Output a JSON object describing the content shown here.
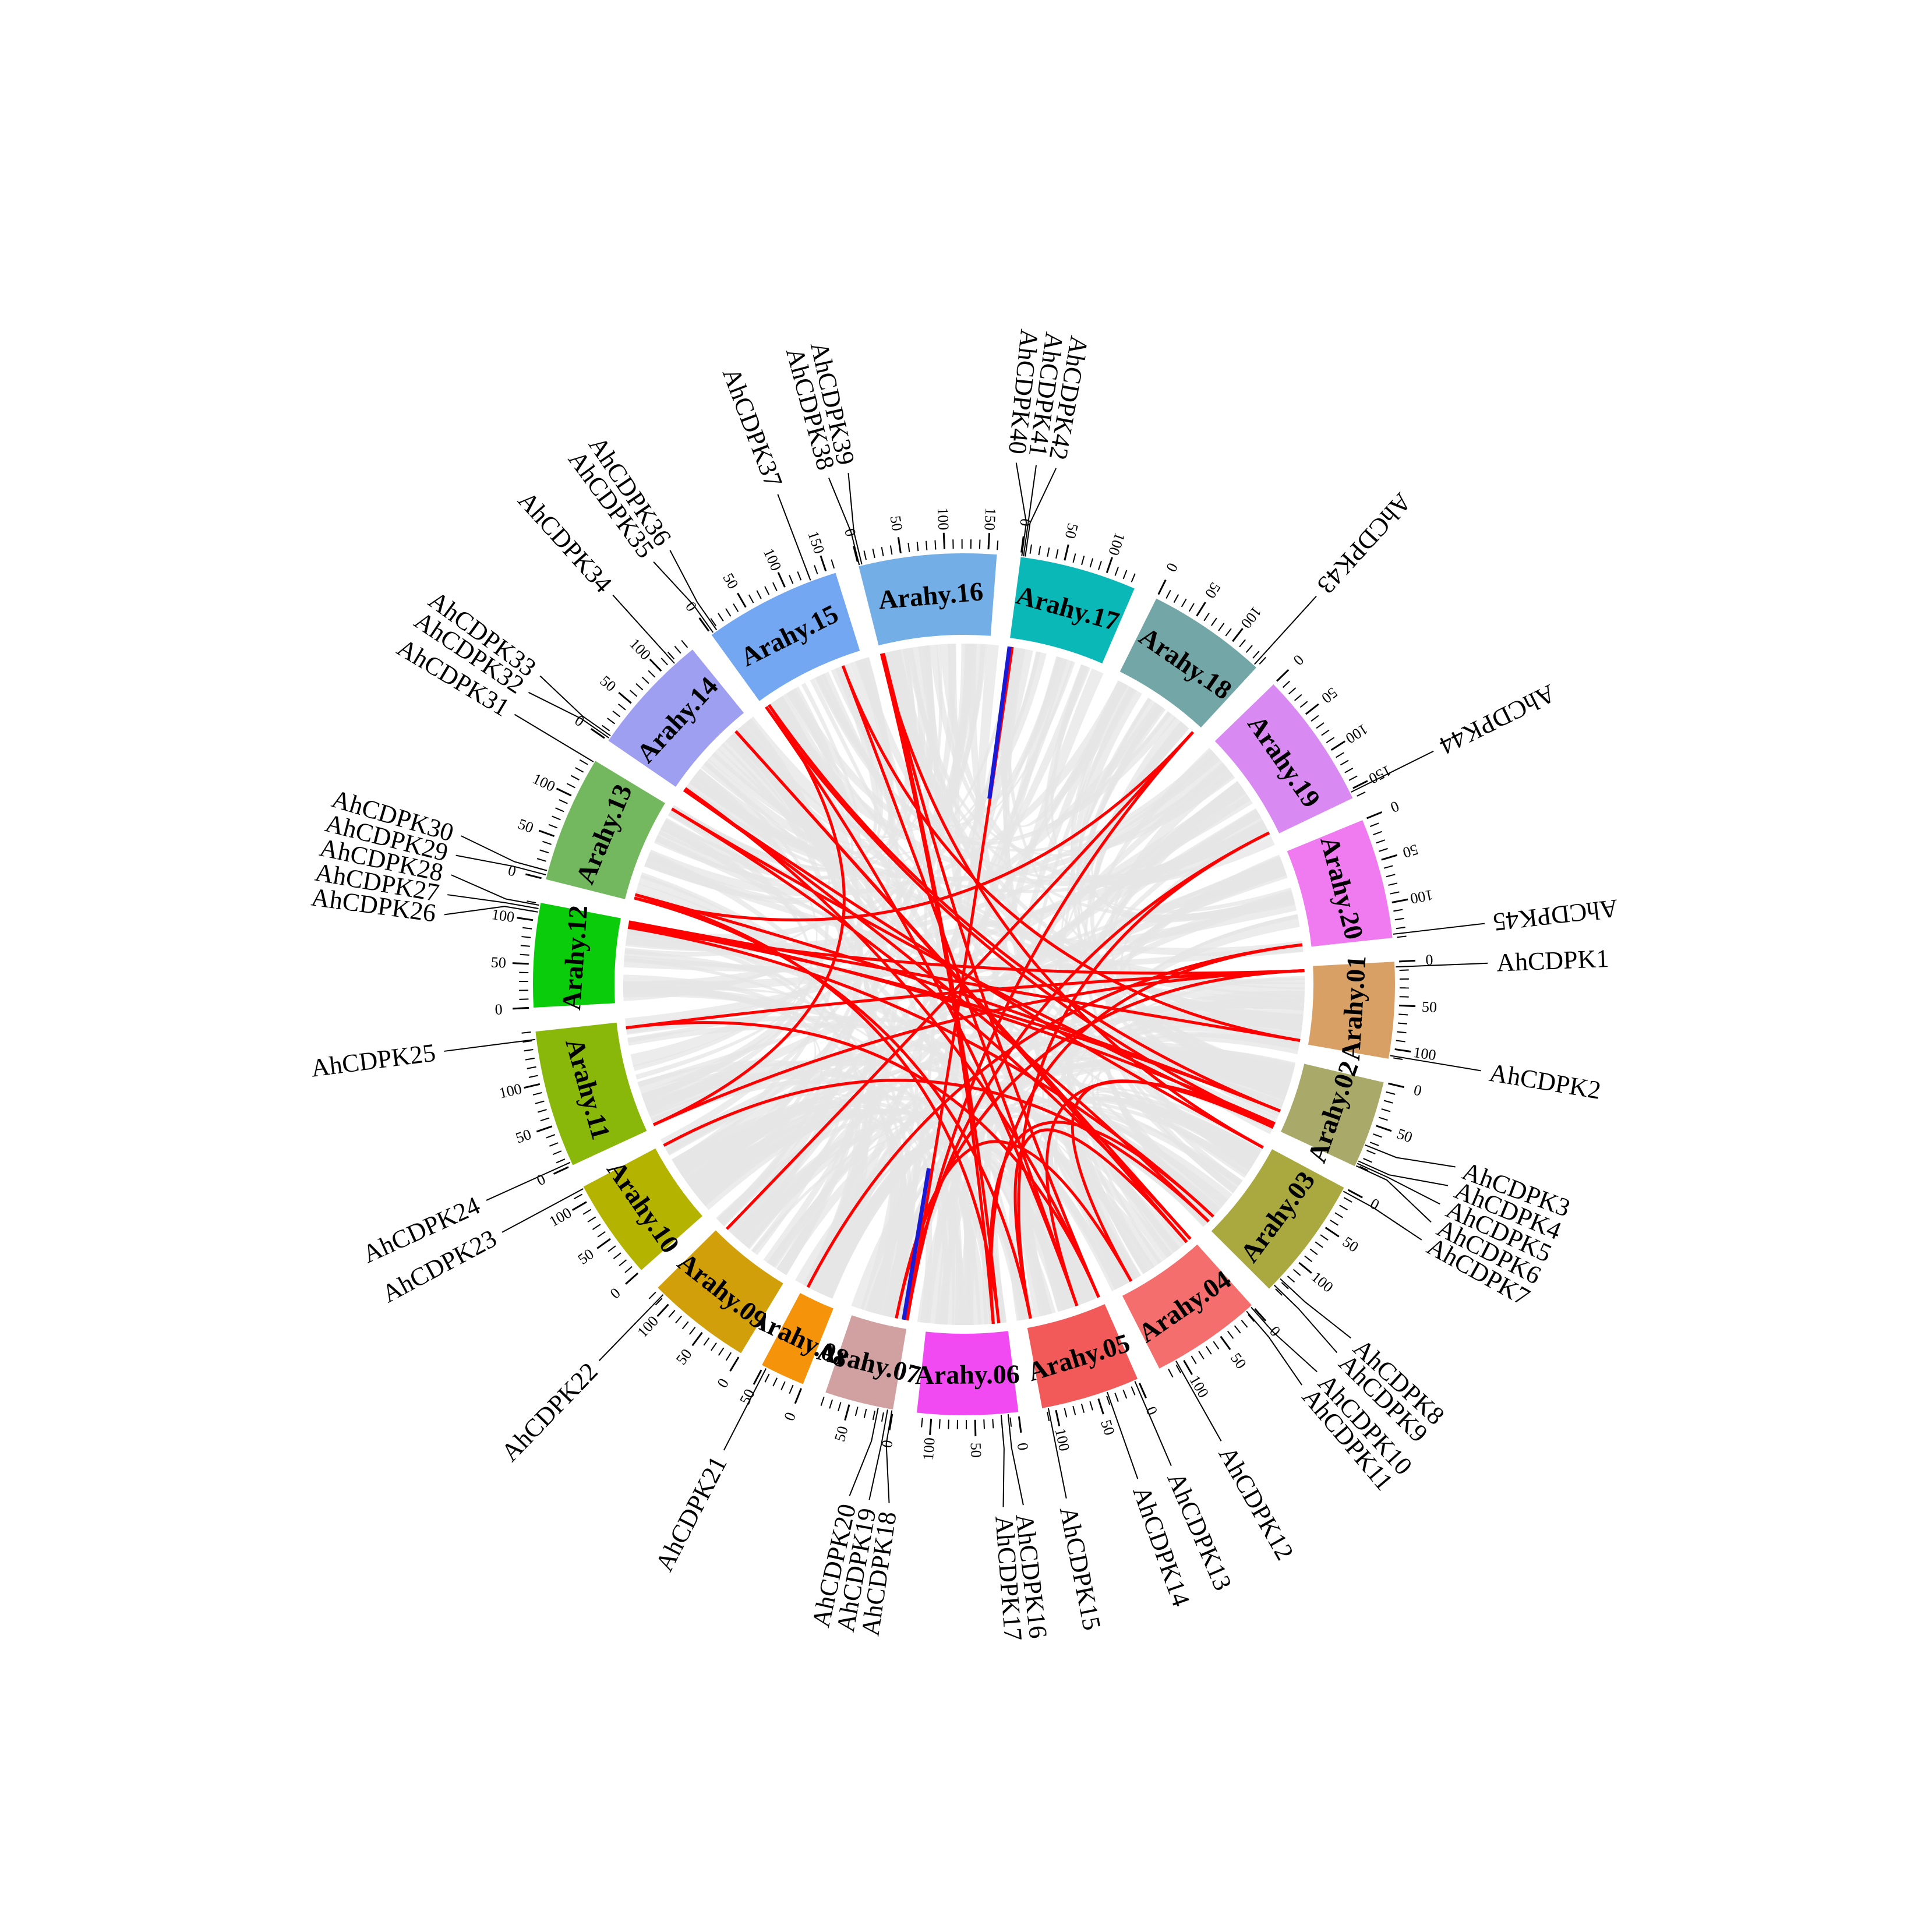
{
  "colors": {
    "background_link": "#e6e6e6",
    "segmental_link": "#ff0000",
    "tandem_link": "#1a1ad6",
    "tick": "#000000"
  },
  "chromosomes": [
    {
      "name": "Arahy.01",
      "length": 112,
      "color": "#d9a066",
      "ticks": [
        0,
        50,
        100
      ]
    },
    {
      "name": "Arahy.02",
      "length": 102,
      "color": "#a9a96a",
      "ticks": [
        0,
        50
      ]
    },
    {
      "name": "Arahy.03",
      "length": 145,
      "color": "#a9a940",
      "ticks": [
        0,
        50,
        100
      ]
    },
    {
      "name": "Arahy.04",
      "length": 129,
      "color": "#f56e6e",
      "ticks": [
        0,
        50,
        100
      ]
    },
    {
      "name": "Arahy.05",
      "length": 115,
      "color": "#f25a5a",
      "ticks": [
        0,
        50,
        100
      ]
    },
    {
      "name": "Arahy.06",
      "length": 117,
      "color": "#f24af2",
      "ticks": [
        0,
        50,
        100
      ]
    },
    {
      "name": "Arahy.07",
      "length": 80,
      "color": "#d1a1a1",
      "ticks": [
        0,
        50
      ]
    },
    {
      "name": "Arahy.08",
      "length": 52,
      "color": "#f5940a",
      "ticks": [
        0,
        50
      ]
    },
    {
      "name": "Arahy.09",
      "length": 122,
      "color": "#d19f0a",
      "ticks": [
        0,
        50,
        100
      ]
    },
    {
      "name": "Arahy.10",
      "length": 117,
      "color": "#b3b300",
      "ticks": [
        0,
        50,
        100
      ]
    },
    {
      "name": "Arahy.11",
      "length": 160,
      "color": "#8ab80a",
      "ticks": [
        0,
        50,
        100
      ]
    },
    {
      "name": "Arahy.12",
      "length": 121,
      "color": "#0acc0a",
      "ticks": [
        0,
        50,
        100
      ]
    },
    {
      "name": "Arahy.13",
      "length": 148,
      "color": "#73b85e",
      "ticks": [
        0,
        50,
        100
      ]
    },
    {
      "name": "Arahy.14",
      "length": 143,
      "color": "#9f9ff2",
      "ticks": [
        0,
        50,
        100
      ]
    },
    {
      "name": "Arahy.15",
      "length": 160,
      "color": "#73a7f2",
      "ticks": [
        0,
        50,
        100,
        150
      ]
    },
    {
      "name": "Arahy.16",
      "length": 160,
      "color": "#73aee6",
      "ticks": [
        0,
        50,
        100,
        150
      ]
    },
    {
      "name": "Arahy.17",
      "length": 136,
      "color": "#0ab8b8",
      "ticks": [
        0,
        50,
        100
      ]
    },
    {
      "name": "Arahy.18",
      "length": 140,
      "color": "#73a6a6",
      "ticks": [
        0,
        50,
        100
      ]
    },
    {
      "name": "Arahy.19",
      "length": 160,
      "color": "#d98af2",
      "ticks": [
        0,
        50,
        100,
        150
      ]
    },
    {
      "name": "Arahy.20",
      "length": 140,
      "color": "#f07af0",
      "ticks": [
        0,
        50,
        100
      ]
    }
  ],
  "genes": [
    {
      "name": "AhCDPK1",
      "chr": "Arahy.01",
      "pos": 6
    },
    {
      "name": "AhCDPK2",
      "chr": "Arahy.01",
      "pos": 108
    },
    {
      "name": "AhCDPK3",
      "chr": "Arahy.02",
      "pos": 75
    },
    {
      "name": "AhCDPK4",
      "chr": "Arahy.02",
      "pos": 95
    },
    {
      "name": "AhCDPK5",
      "chr": "Arahy.02",
      "pos": 98
    },
    {
      "name": "AhCDPK6",
      "chr": "Arahy.02",
      "pos": 101
    },
    {
      "name": "AhCDPK7",
      "chr": "Arahy.03",
      "pos": 4
    },
    {
      "name": "AhCDPK8",
      "chr": "Arahy.03",
      "pos": 128
    },
    {
      "name": "AhCDPK9",
      "chr": "Arahy.03",
      "pos": 138
    },
    {
      "name": "AhCDPK10",
      "chr": "Arahy.04",
      "pos": 2
    },
    {
      "name": "AhCDPK11",
      "chr": "Arahy.04",
      "pos": 9
    },
    {
      "name": "AhCDPK12",
      "chr": "Arahy.04",
      "pos": 108
    },
    {
      "name": "AhCDPK13",
      "chr": "Arahy.05",
      "pos": 4
    },
    {
      "name": "AhCDPK14",
      "chr": "Arahy.05",
      "pos": 38
    },
    {
      "name": "AhCDPK15",
      "chr": "Arahy.05",
      "pos": 108
    },
    {
      "name": "AhCDPK16",
      "chr": "Arahy.06",
      "pos": 12
    },
    {
      "name": "AhCDPK17",
      "chr": "Arahy.06",
      "pos": 20
    },
    {
      "name": "AhCDPK18",
      "chr": "Arahy.07",
      "pos": 1
    },
    {
      "name": "AhCDPK19",
      "chr": "Arahy.07",
      "pos": 6
    },
    {
      "name": "AhCDPK20",
      "chr": "Arahy.07",
      "pos": 17
    },
    {
      "name": "AhCDPK21",
      "chr": "Arahy.08",
      "pos": 46
    },
    {
      "name": "AhCDPK22",
      "chr": "Arahy.09",
      "pos": 112
    },
    {
      "name": "AhCDPK23",
      "chr": "Arahy.10",
      "pos": 115
    },
    {
      "name": "AhCDPK24",
      "chr": "Arahy.11",
      "pos": 4
    },
    {
      "name": "AhCDPK25",
      "chr": "Arahy.11",
      "pos": 151
    },
    {
      "name": "AhCDPK26",
      "chr": "Arahy.12",
      "pos": 110
    },
    {
      "name": "AhCDPK27",
      "chr": "Arahy.12",
      "pos": 114
    },
    {
      "name": "AhCDPK28",
      "chr": "Arahy.12",
      "pos": 118
    },
    {
      "name": "AhCDPK29",
      "chr": "Arahy.13",
      "pos": 5
    },
    {
      "name": "AhCDPK30",
      "chr": "Arahy.13",
      "pos": 10
    },
    {
      "name": "AhCDPK31",
      "chr": "Arahy.13",
      "pos": 146
    },
    {
      "name": "AhCDPK32",
      "chr": "Arahy.14",
      "pos": 3
    },
    {
      "name": "AhCDPK33",
      "chr": "Arahy.14",
      "pos": 6
    },
    {
      "name": "AhCDPK34",
      "chr": "Arahy.14",
      "pos": 117
    },
    {
      "name": "AhCDPK35",
      "chr": "Arahy.15",
      "pos": 3
    },
    {
      "name": "AhCDPK36",
      "chr": "Arahy.15",
      "pos": 8
    },
    {
      "name": "AhCDPK37",
      "chr": "Arahy.15",
      "pos": 130
    },
    {
      "name": "AhCDPK38",
      "chr": "Arahy.16",
      "pos": 1
    },
    {
      "name": "AhCDPK39",
      "chr": "Arahy.16",
      "pos": 4
    },
    {
      "name": "AhCDPK40",
      "chr": "Arahy.17",
      "pos": 1
    },
    {
      "name": "AhCDPK41",
      "chr": "Arahy.17",
      "pos": 3
    },
    {
      "name": "AhCDPK42",
      "chr": "Arahy.17",
      "pos": 5
    },
    {
      "name": "AhCDPK43",
      "chr": "Arahy.18",
      "pos": 136
    },
    {
      "name": "AhCDPK44",
      "chr": "Arahy.19",
      "pos": 153
    },
    {
      "name": "AhCDPK45",
      "chr": "Arahy.20",
      "pos": 136
    }
  ],
  "links": [
    {
      "a": "AhCDPK1",
      "b": "AhCDPK26",
      "type": "segmental"
    },
    {
      "a": "AhCDPK1",
      "b": "AhCDPK20",
      "type": "segmental"
    },
    {
      "a": "AhCDPK1",
      "b": "AhCDPK24",
      "type": "segmental"
    },
    {
      "a": "AhCDPK2",
      "b": "AhCDPK28",
      "type": "segmental"
    },
    {
      "a": "AhCDPK2",
      "b": "AhCDPK37",
      "type": "segmental"
    },
    {
      "a": "AhCDPK3",
      "b": "AhCDPK27",
      "type": "segmental"
    },
    {
      "a": "AhCDPK3",
      "b": "AhCDPK36",
      "type": "segmental"
    },
    {
      "a": "AhCDPK4",
      "b": "AhCDPK14",
      "type": "segmental"
    },
    {
      "a": "AhCDPK5",
      "b": "AhCDPK35",
      "type": "segmental"
    },
    {
      "a": "AhCDPK6",
      "b": "AhCDPK12",
      "type": "segmental"
    },
    {
      "a": "AhCDPK7",
      "b": "AhCDPK38",
      "type": "segmental"
    },
    {
      "a": "AhCDPK7",
      "b": "AhCDPK32",
      "type": "segmental"
    },
    {
      "a": "AhCDPK8",
      "b": "AhCDPK17",
      "type": "segmental"
    },
    {
      "a": "AhCDPK9",
      "b": "AhCDPK23",
      "type": "segmental"
    },
    {
      "a": "AhCDPK10",
      "b": "AhCDPK31",
      "type": "segmental"
    },
    {
      "a": "AhCDPK11",
      "b": "AhCDPK15",
      "type": "segmental"
    },
    {
      "a": "AhCDPK11",
      "b": "AhCDPK34",
      "type": "segmental"
    },
    {
      "a": "AhCDPK12",
      "b": "AhCDPK20",
      "type": "segmental"
    },
    {
      "a": "AhCDPK13",
      "b": "AhCDPK33",
      "type": "segmental"
    },
    {
      "a": "AhCDPK13",
      "b": "AhCDPK25",
      "type": "segmental"
    },
    {
      "a": "AhCDPK14",
      "b": "AhCDPK37",
      "type": "segmental"
    },
    {
      "a": "AhCDPK15",
      "b": "AhCDPK29",
      "type": "segmental"
    },
    {
      "a": "AhCDPK15",
      "b": "AhCDPK44",
      "type": "segmental"
    },
    {
      "a": "AhCDPK16",
      "b": "AhCDPK39",
      "type": "segmental"
    },
    {
      "a": "AhCDPK16",
      "b": "AhCDPK30",
      "type": "segmental"
    },
    {
      "a": "AhCDPK17",
      "b": "AhCDPK45",
      "type": "segmental"
    },
    {
      "a": "AhCDPK17",
      "b": "AhCDPK38",
      "type": "segmental"
    },
    {
      "a": "AhCDPK18",
      "b": "AhCDPK43",
      "type": "segmental"
    },
    {
      "a": "AhCDPK18",
      "b": "AhCDPK42",
      "type": "segmental"
    },
    {
      "a": "AhCDPK19",
      "b": "AhCDPK44",
      "type": "segmental"
    },
    {
      "a": "AhCDPK21",
      "b": "AhCDPK45",
      "type": "segmental"
    },
    {
      "a": "AhCDPK22",
      "b": "AhCDPK43",
      "type": "segmental"
    },
    {
      "a": "AhCDPK24",
      "b": "AhCDPK36",
      "type": "segmental"
    },
    {
      "a": "AhCDPK25",
      "b": "AhCDPK1",
      "type": "segmental"
    },
    {
      "a": "AhCDPK26",
      "b": "AhCDPK8",
      "type": "segmental"
    },
    {
      "a": "AhCDPK28",
      "b": "AhCDPK4",
      "type": "segmental"
    },
    {
      "a": "AhCDPK29",
      "b": "AhCDPK43",
      "type": "segmental"
    },
    {
      "a": "AhCDPK30",
      "b": "AhCDPK3",
      "type": "segmental"
    },
    {
      "a": "AhCDPK31",
      "b": "AhCDPK6",
      "type": "segmental"
    },
    {
      "a": "AhCDPK32",
      "b": "AhCDPK9",
      "type": "segmental"
    },
    {
      "a": "AhCDPK34",
      "b": "AhCDPK10",
      "type": "segmental"
    },
    {
      "a": "AhCDPK35",
      "b": "AhCDPK14",
      "type": "segmental"
    },
    {
      "a": "AhCDPK39",
      "b": "AhCDPK13",
      "type": "segmental"
    },
    {
      "a": "AhCDPK40",
      "b": "AhCDPK41",
      "type": "tandem"
    },
    {
      "a": "AhCDPK19",
      "b": "AhCDPK20",
      "type": "tandem"
    }
  ]
}
